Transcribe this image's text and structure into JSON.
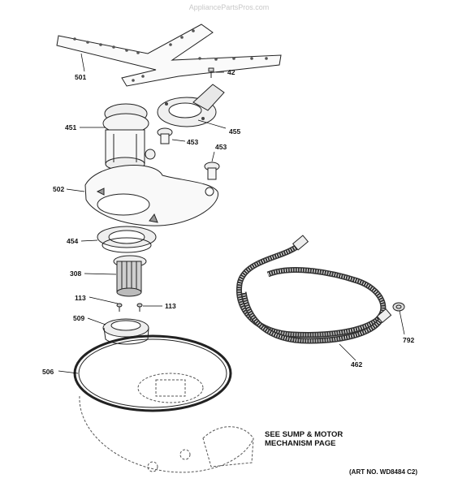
{
  "watermark": "AppliancePartsPros.com",
  "callouts": {
    "p501": "501",
    "p42": "42",
    "p451": "451",
    "p455": "455",
    "p453a": "453",
    "p453b": "453",
    "p502": "502",
    "p454": "454",
    "p308": "308",
    "p113a": "113",
    "p113b": "113",
    "p509": "509",
    "p506": "506",
    "p462": "462",
    "p792": "792"
  },
  "note": {
    "line1": "SEE SUMP & MOTOR",
    "line2": "MECHANISM PAGE"
  },
  "art_number": "(ART NO. WD8484 C2)"
}
